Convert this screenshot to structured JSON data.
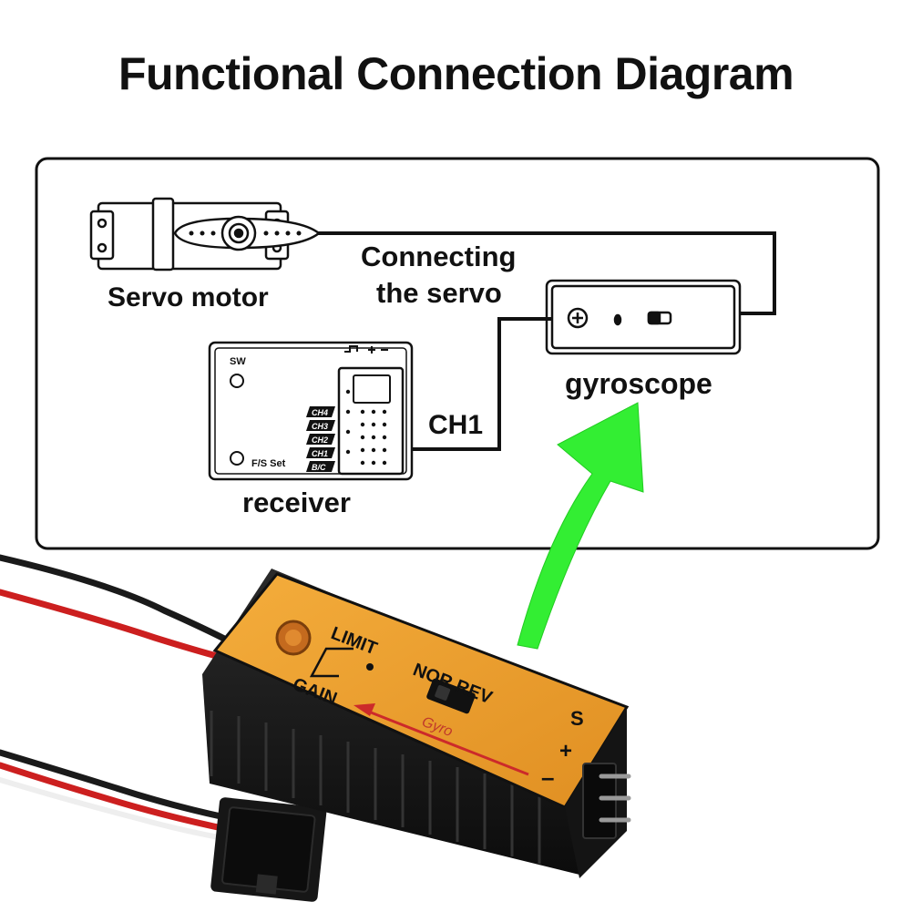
{
  "title": "Functional Connection Diagram",
  "diagram": {
    "servo_label": "Servo motor",
    "connect_line1": "Connecting",
    "connect_line2": "the servo",
    "gyro_label": "gyroscope",
    "ch1_label": "CH1",
    "receiver_label": "receiver",
    "receiver_sw": "SW",
    "receiver_fs": "F/S Set",
    "receiver_channels": [
      "CH4",
      "CH3",
      "CH2",
      "CH1",
      "B/C"
    ]
  },
  "device": {
    "limit": "LIMIT",
    "gain": "GAIN",
    "nor_rev": "NOR REV",
    "gyro": "Gyro",
    "pin_s": "S",
    "pin_plus": "+",
    "pin_minus": "–"
  },
  "colors": {
    "arrow": "#33ee33",
    "device_face": "#f0a030",
    "device_body": "#161616",
    "wire_red": "#cc1f1f"
  }
}
